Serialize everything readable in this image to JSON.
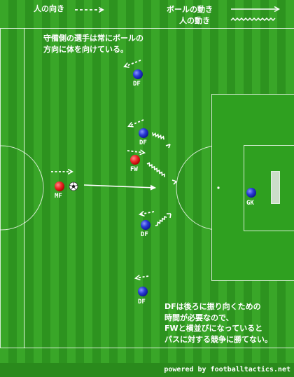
{
  "legend": {
    "person_facing": "人の向き",
    "ball_movement": "ボールの動き",
    "person_movement": "人の動き"
  },
  "notes": {
    "top_left": [
      "守備側の選手は常にボールの",
      "方向に体を向けている。"
    ],
    "bottom_right": [
      "DFは後ろに振り向くための",
      "時間が必要なので、",
      "FWと横並びになっていると",
      "パスに対する競争に勝てない。"
    ]
  },
  "players": [
    {
      "id": "df-top",
      "label": "DF",
      "team": "defense"
    },
    {
      "id": "df-upper",
      "label": "DF",
      "team": "defense"
    },
    {
      "id": "fw",
      "label": "FW",
      "team": "attack"
    },
    {
      "id": "mf",
      "label": "MF",
      "team": "attack"
    },
    {
      "id": "gk",
      "label": "GK",
      "team": "defense"
    },
    {
      "id": "df-lower",
      "label": "DF",
      "team": "defense"
    },
    {
      "id": "df-bottom",
      "label": "DF",
      "team": "defense"
    }
  ],
  "credit": "powered by footballtactics.net",
  "colors": {
    "defense": "#2a3ad6",
    "attack": "#e02020",
    "stripe_light": "#39a628",
    "stripe_dark": "#2d931f",
    "line": "#ffffff"
  }
}
